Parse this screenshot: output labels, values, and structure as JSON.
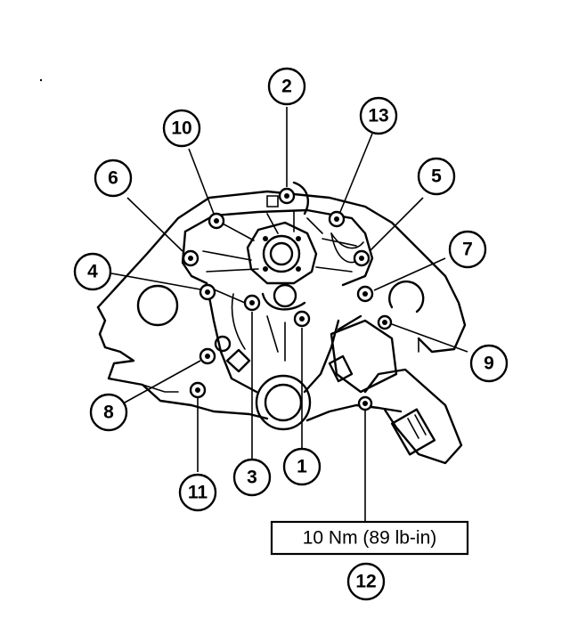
{
  "diagram": {
    "callouts": [
      {
        "label": "1"
      },
      {
        "label": "2"
      },
      {
        "label": "3"
      },
      {
        "label": "4"
      },
      {
        "label": "5"
      },
      {
        "label": "6"
      },
      {
        "label": "7"
      },
      {
        "label": "8"
      },
      {
        "label": "9"
      },
      {
        "label": "10"
      },
      {
        "label": "11"
      },
      {
        "label": "12"
      },
      {
        "label": "13"
      }
    ],
    "torque_spec": "10 Nm (89 lb-in)"
  }
}
